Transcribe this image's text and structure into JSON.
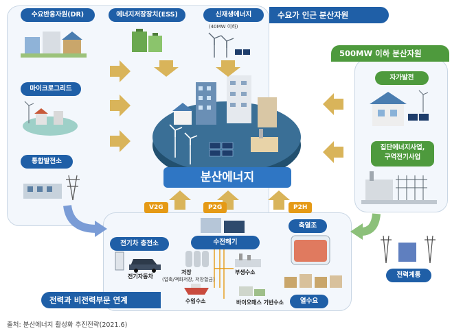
{
  "top_panel": {
    "title": "수요가 인근 분산자원",
    "items": [
      {
        "label": "수요반응자원(DR)"
      },
      {
        "label": "에너지저장장치(ESS)"
      },
      {
        "label": "신재생에너지",
        "note": "(40MW 이하)"
      }
    ]
  },
  "left_panel": {
    "items": [
      {
        "label": "마이크로그리드"
      },
      {
        "label": "통합발전소"
      }
    ]
  },
  "right_panel": {
    "title": "500MW 이하 분산자원",
    "items": [
      {
        "label": "자가발전"
      },
      {
        "label": "집단에너지사업,\n구역전기사업"
      }
    ]
  },
  "center": {
    "label": "분산에너지"
  },
  "flows": [
    "V2G",
    "P2G",
    "P2H"
  ],
  "bottom_panel": {
    "title": "전력과 비전력부문 연계",
    "ev_station": "전기차 충전소",
    "ev_car": "전기자동차",
    "electrolyzer": "수전해기",
    "storage": "저장",
    "storage_note": "(압축/액화저장, 저장합금)",
    "hydrogen_import": "수입수소",
    "byproduct_h2": "부생수소",
    "biomass_h2": "바이오매스 기반수소",
    "heat_storage": "축열조",
    "heat_demand": "열수요"
  },
  "grid": {
    "label": "전력계통"
  },
  "source": "출처: 분산에너지 활성화 추진전략(2021.6)",
  "colors": {
    "primary_blue": "#1f5fa7",
    "green": "#4e9a3d",
    "flow_orange": "#e59a16",
    "panel_bg": "#f3f7fc"
  }
}
